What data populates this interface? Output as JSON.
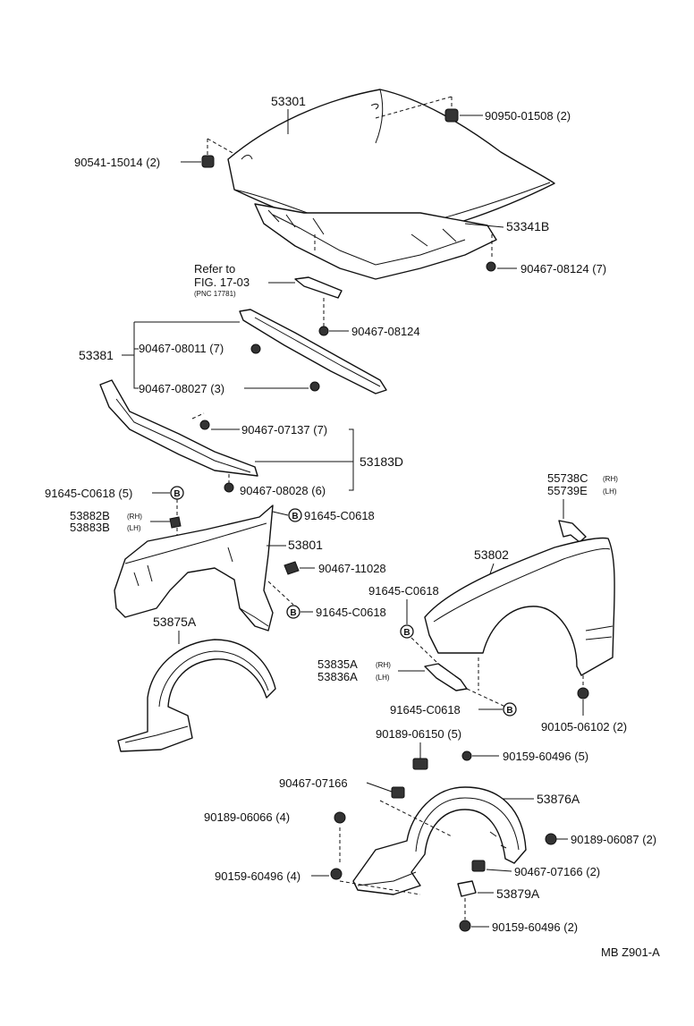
{
  "diagram": {
    "labels": {
      "hood": "53301",
      "hood_cushion_right": "90950-01508 (2)",
      "hood_cushion_left": "90541-15014 (2)",
      "hood_insulator": "53341B",
      "insulator_clip": "90467-08124 (7)",
      "refer_line1": "Refer to",
      "refer_line2": "FIG. 17-03",
      "refer_line3": "(PNC 17781)",
      "seal_clip": "90467-08124",
      "upper_seal_group": "53381",
      "upper_seal_clip_a": "90467-08011 (7)",
      "upper_seal_clip_b": "90467-08027 (3)",
      "lower_seal_clip_a": "90467-07137 (7)",
      "lower_seal_group": "53183D",
      "lower_seal_clip_b": "90467-08028 (6)",
      "bolt_b_left": "91645-C0618 (5)",
      "bracket_left_code": "53882B",
      "bracket_left_rh": "(RH)",
      "bracket_right_code": "53883B",
      "bracket_right_lh": "(LH)",
      "bolt_b_top": "91645-C0618",
      "fender_left": "53801",
      "fender_clip": "90467-11028",
      "bolt_b_mid": "91645-C0618",
      "liner_left": "53875A",
      "brace_rh_code": "55738C",
      "brace_rh_tag": "(RH)",
      "brace_lh_code": "55739E",
      "brace_lh_tag": "(LH)",
      "fender_right": "53802",
      "bolt_b_right_top": "91645-C0618",
      "bracket2_rh_code": "53835A",
      "bracket2_rh_tag": "(RH)",
      "bracket2_lh_code": "53836A",
      "bracket2_lh_tag": "(LH)",
      "bolt_b_right_bottom": "91645-C0618",
      "fender_screw": "90105-06102 (2)",
      "liner_screw_a": "90189-06150 (5)",
      "liner_screw_b": "90159-60496 (5)",
      "liner_clip": "90467-07166",
      "liner_right": "53876A",
      "liner_screw_c": "90189-06066 (4)",
      "liner_screw_d": "90189-06087 (2)",
      "liner_screw_e": "90159-60496 (4)",
      "liner_clip_b": "90467-07166 (2)",
      "liner_bracket": "53879A",
      "liner_screw_f": "90159-60496 (2)",
      "figure_code": "MB  Z901-A",
      "b_mark": "B"
    }
  }
}
